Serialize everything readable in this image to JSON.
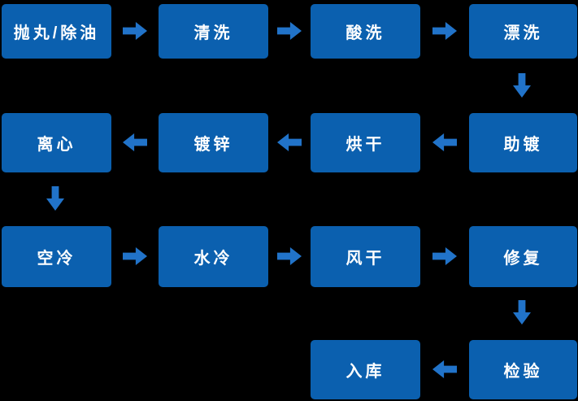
{
  "diagram": {
    "type": "flowchart",
    "background_color": "#000000",
    "node_color": "#0b60af",
    "arrow_color": "#2173c9",
    "text_color": "#ffffff",
    "nodes": [
      {
        "id": "shot-blast-degrease",
        "label": "抛丸/除油"
      },
      {
        "id": "cleaning",
        "label": "清洗"
      },
      {
        "id": "pickling",
        "label": "酸洗"
      },
      {
        "id": "rinsing",
        "label": "漂洗"
      },
      {
        "id": "fluxing",
        "label": "助镀"
      },
      {
        "id": "drying",
        "label": "烘干"
      },
      {
        "id": "galvanizing",
        "label": "镀锌"
      },
      {
        "id": "centrifuge",
        "label": "离心"
      },
      {
        "id": "air-cooling",
        "label": "空冷"
      },
      {
        "id": "water-cooling",
        "label": "水冷"
      },
      {
        "id": "air-drying",
        "label": "风干"
      },
      {
        "id": "repair",
        "label": "修复"
      },
      {
        "id": "inspection",
        "label": "检验"
      },
      {
        "id": "storage",
        "label": "入库"
      }
    ],
    "connections": [
      {
        "from": "抛丸/除油",
        "to": "清洗",
        "direction": "right"
      },
      {
        "from": "清洗",
        "to": "酸洗",
        "direction": "right"
      },
      {
        "from": "酸洗",
        "to": "漂洗",
        "direction": "right"
      },
      {
        "from": "漂洗",
        "to": "助镀",
        "direction": "down"
      },
      {
        "from": "助镀",
        "to": "烘干",
        "direction": "left"
      },
      {
        "from": "烘干",
        "to": "镀锌",
        "direction": "left"
      },
      {
        "from": "镀锌",
        "to": "离心",
        "direction": "left"
      },
      {
        "from": "离心",
        "to": "空冷",
        "direction": "down"
      },
      {
        "from": "空冷",
        "to": "水冷",
        "direction": "right"
      },
      {
        "from": "水冷",
        "to": "风干",
        "direction": "right"
      },
      {
        "from": "风干",
        "to": "修复",
        "direction": "right"
      },
      {
        "from": "修复",
        "to": "检验",
        "direction": "down"
      },
      {
        "from": "检验",
        "to": "入库",
        "direction": "left"
      }
    ]
  }
}
